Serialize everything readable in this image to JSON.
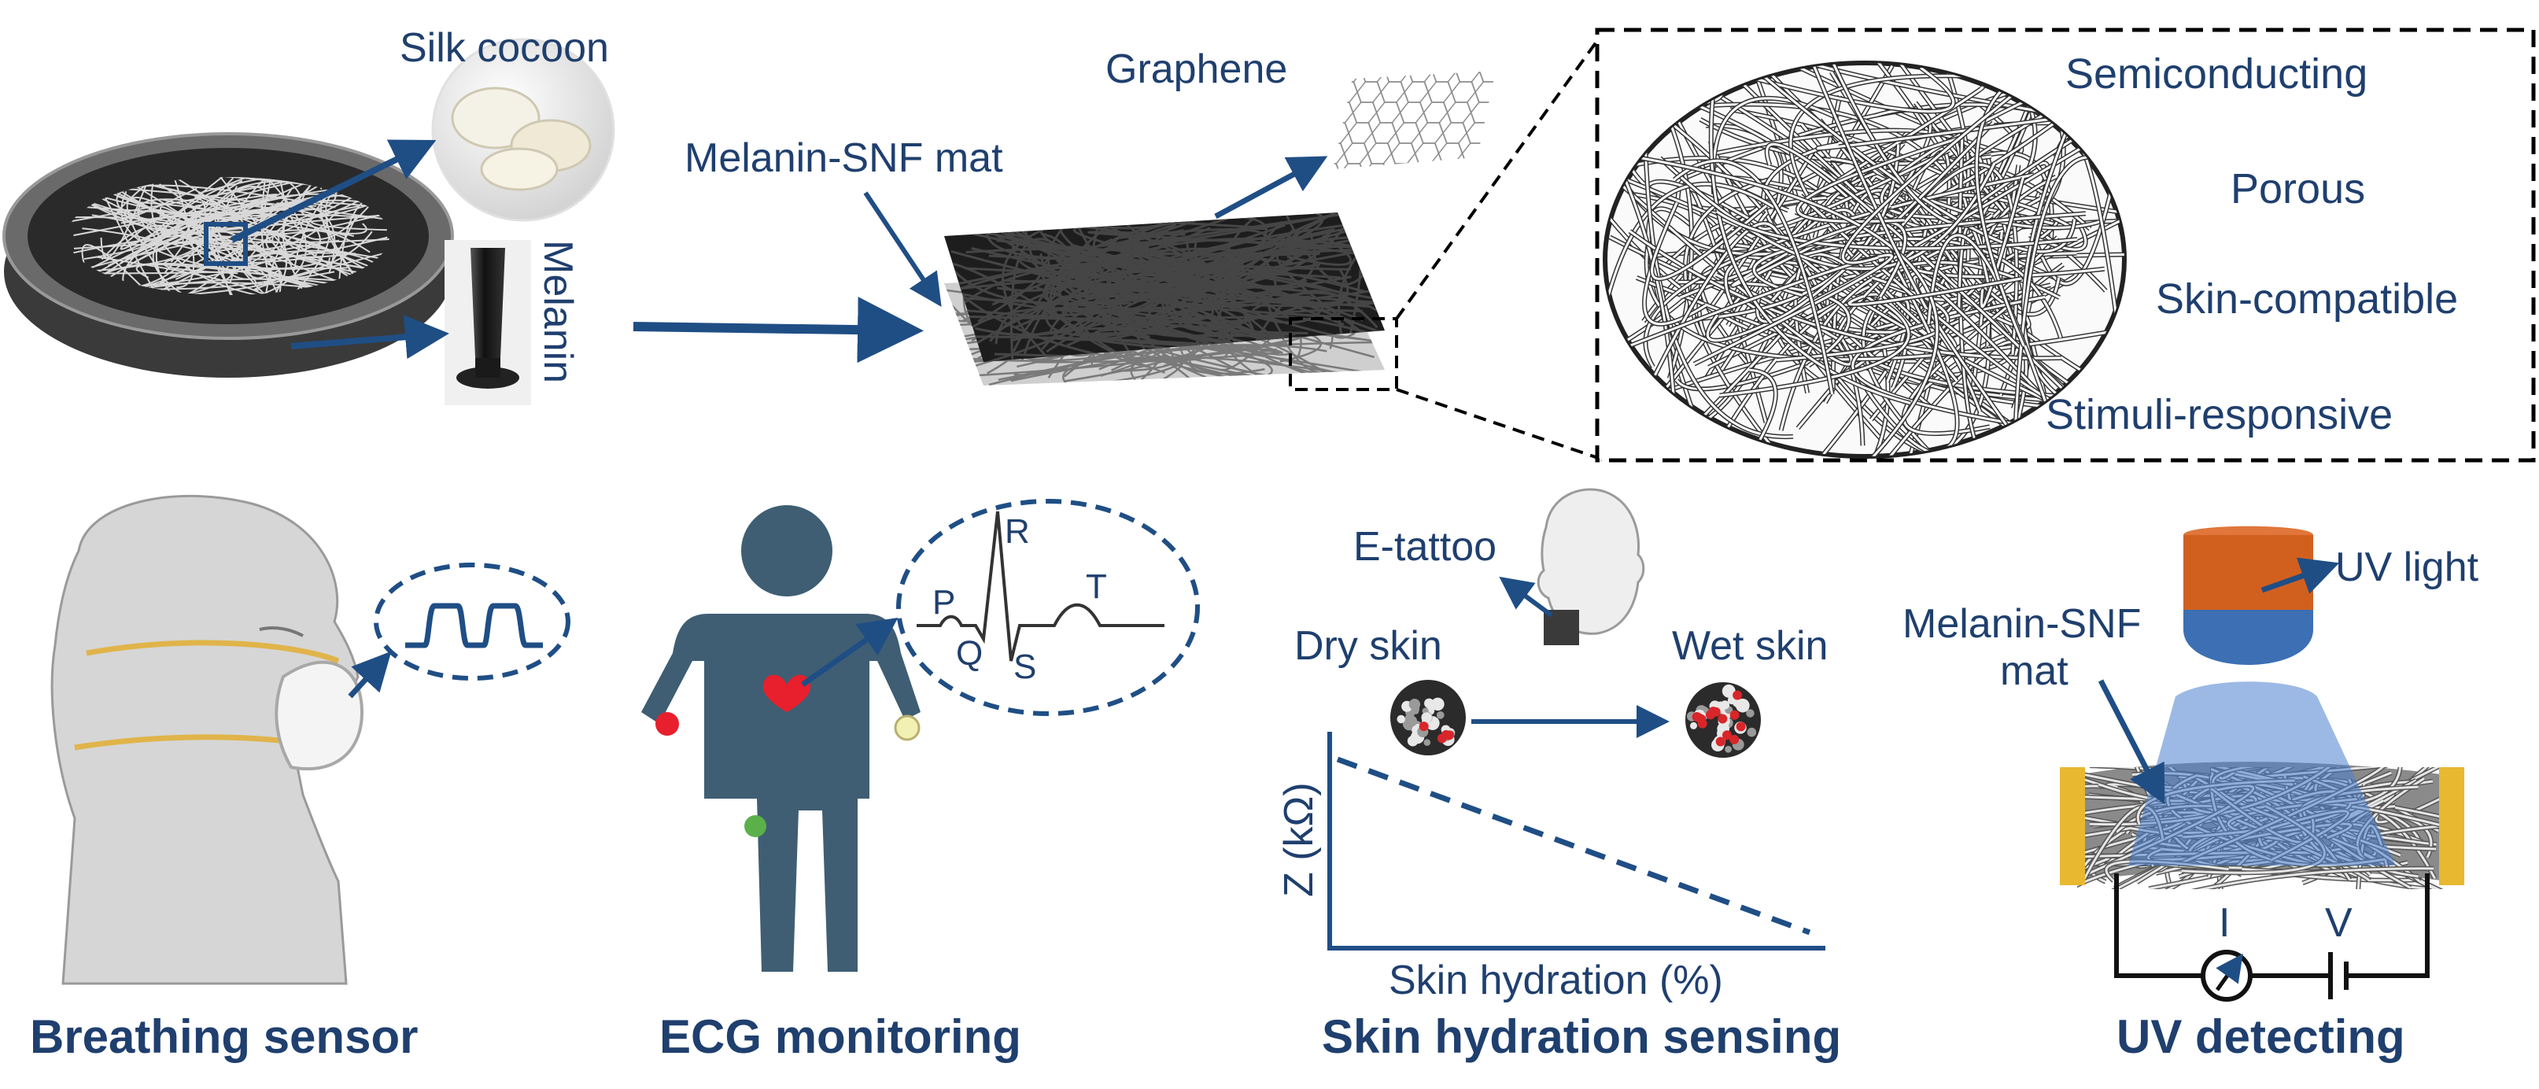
{
  "top": {
    "labels": {
      "silk_cocoon": "Silk cocoon",
      "melanin": "Melanin",
      "melanin_snf_mat": "Melanin-SNF mat",
      "graphene": "Graphene"
    },
    "properties": [
      "Semiconducting",
      "Porous",
      "Skin-compatible",
      "Stimuli-responsive"
    ]
  },
  "bottom": {
    "breathing": {
      "title": "Breathing sensor"
    },
    "ecg": {
      "title": "ECG monitoring",
      "waves": {
        "p": "P",
        "q": "Q",
        "r": "R",
        "s": "S",
        "t": "T"
      }
    },
    "hydration": {
      "title": "Skin hydration sensing",
      "e_tattoo": "E-tattoo",
      "dry_skin": "Dry skin",
      "wet_skin": "Wet skin",
      "y_axis": "Z (kΩ)",
      "x_axis": "Skin hydration (%)"
    },
    "uv": {
      "title": "UV detecting",
      "uv_light": "UV light",
      "mat_line1": "Melanin-SNF",
      "mat_line2": "mat",
      "current": "I",
      "voltage": "V"
    }
  },
  "colors": {
    "text": "#1f3f6e",
    "arrow": "#1f4e85",
    "figure": "#3f5e73",
    "uv_body": "#d1601f",
    "uv_cap": "#3c6fb3",
    "electrode": "#e8b830"
  }
}
